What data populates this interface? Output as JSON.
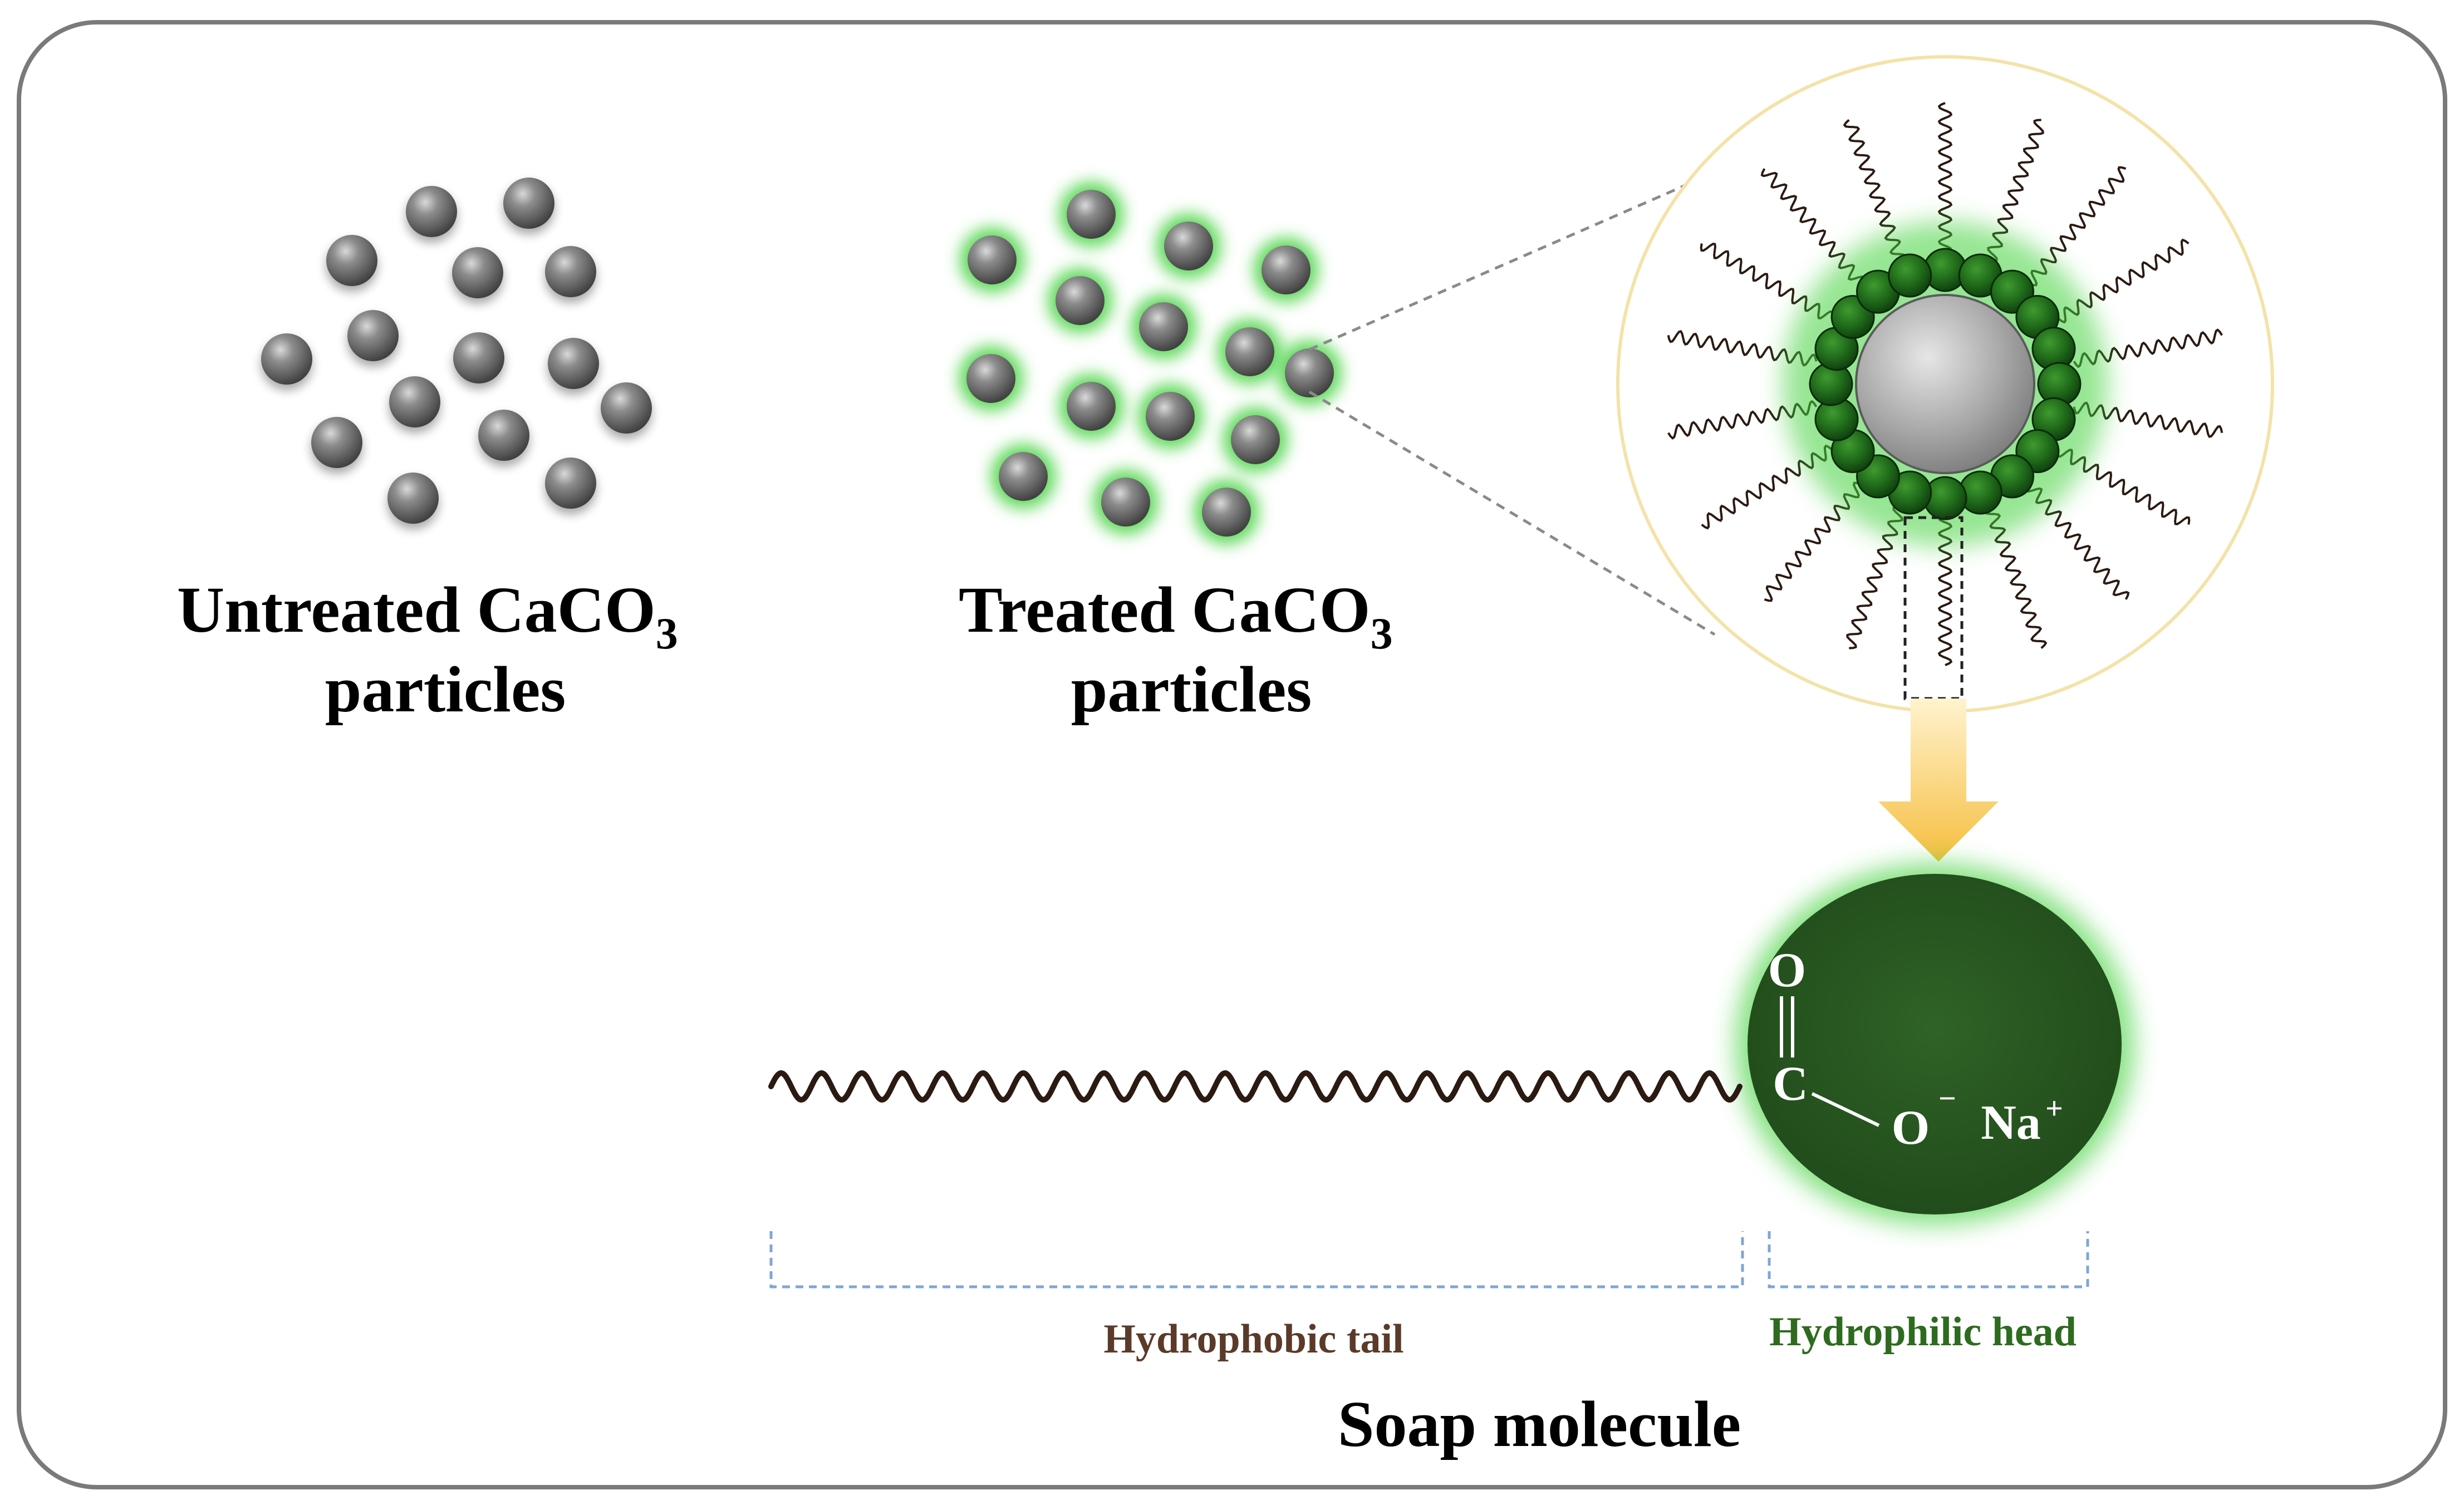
{
  "labels": {
    "untreated_line1": "Untreated CaCO",
    "untreated_sub": "3",
    "untreated_line2": "particles",
    "treated_line1": "Treated CaCO",
    "treated_sub": "3",
    "treated_line2": "particles",
    "tail": "Hydrophobic tail",
    "head": "Hydrophilic head",
    "soap": "Soap molecule"
  },
  "chemistry": {
    "oxygen_double": "O",
    "carbon": "C",
    "oxygen_single": "O",
    "oxygen_charge": "−",
    "sodium": "Na",
    "sodium_charge": "+"
  },
  "colors": {
    "frame": "#7a7a7a",
    "particle": "#6b6b6b",
    "glow": "#3fd13a",
    "head_fill": "#2a5a22",
    "tail_line": "#2b1a12",
    "connector_dashed": "#8a8a8a",
    "bracket_dashed": "#7ea6d6",
    "arrow": "#f7c659",
    "zoom_circle_border": "#f4e2a8"
  }
}
